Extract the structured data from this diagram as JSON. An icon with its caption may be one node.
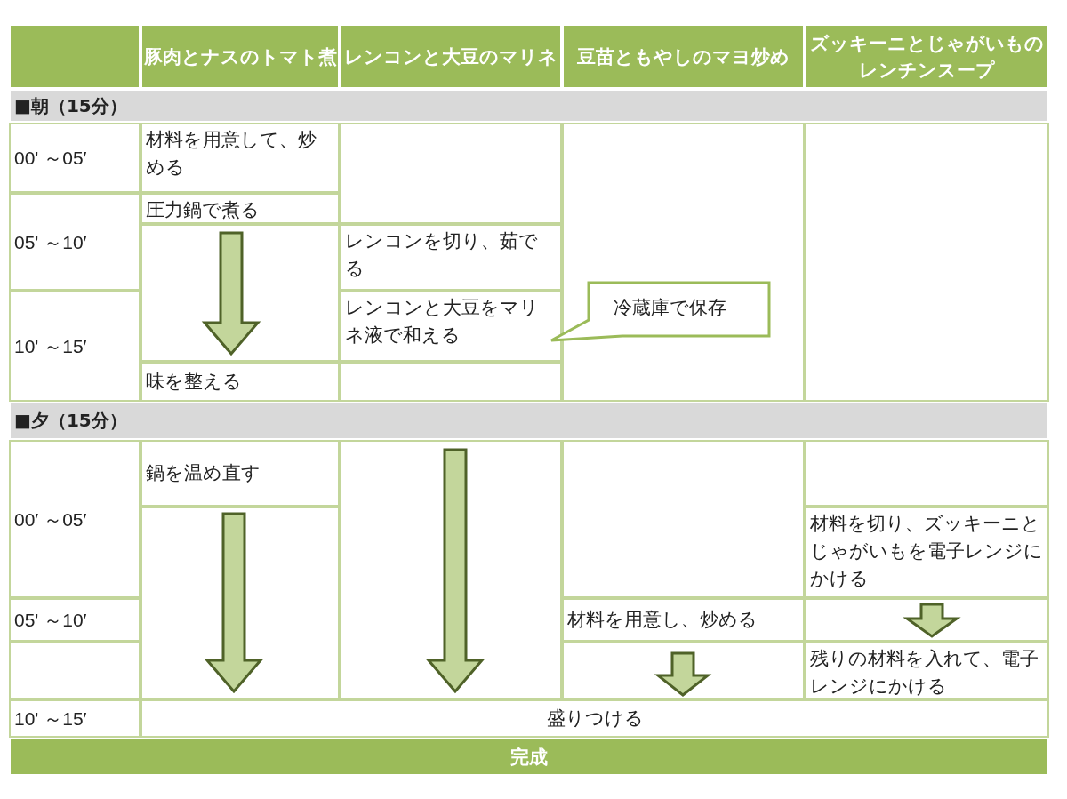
{
  "diagram": {
    "labels": [
      "豚肉とナスのトマト煮",
      "レンコンと大豆のマリネ",
      "豆苗ともやしのマヨ炒め",
      "ズッキーニとじゃがいものレンチンスープ",
      "■朝（15分）",
      "00' ～05′",
      "材料を用意して、炒める",
      "圧力鍋で煮る",
      "05' ～10′",
      "レンコンを切り、茹でる",
      "10' ～15′",
      "レンコンと大豆をマリネ液で和える",
      "冷蔵庫で保存",
      "味を整える",
      "■夕（15分）",
      "鍋を温め直す",
      "00′ ～05′",
      "材料を切り、ズッキーニとじゃがいもを電子レンジにかける",
      "05' ～10′",
      "材料を用意し、炒める",
      "残りの材料を入れて、電子レンジにかける",
      "10' ～15′",
      "盛りつける",
      "完成"
    ]
  }
}
